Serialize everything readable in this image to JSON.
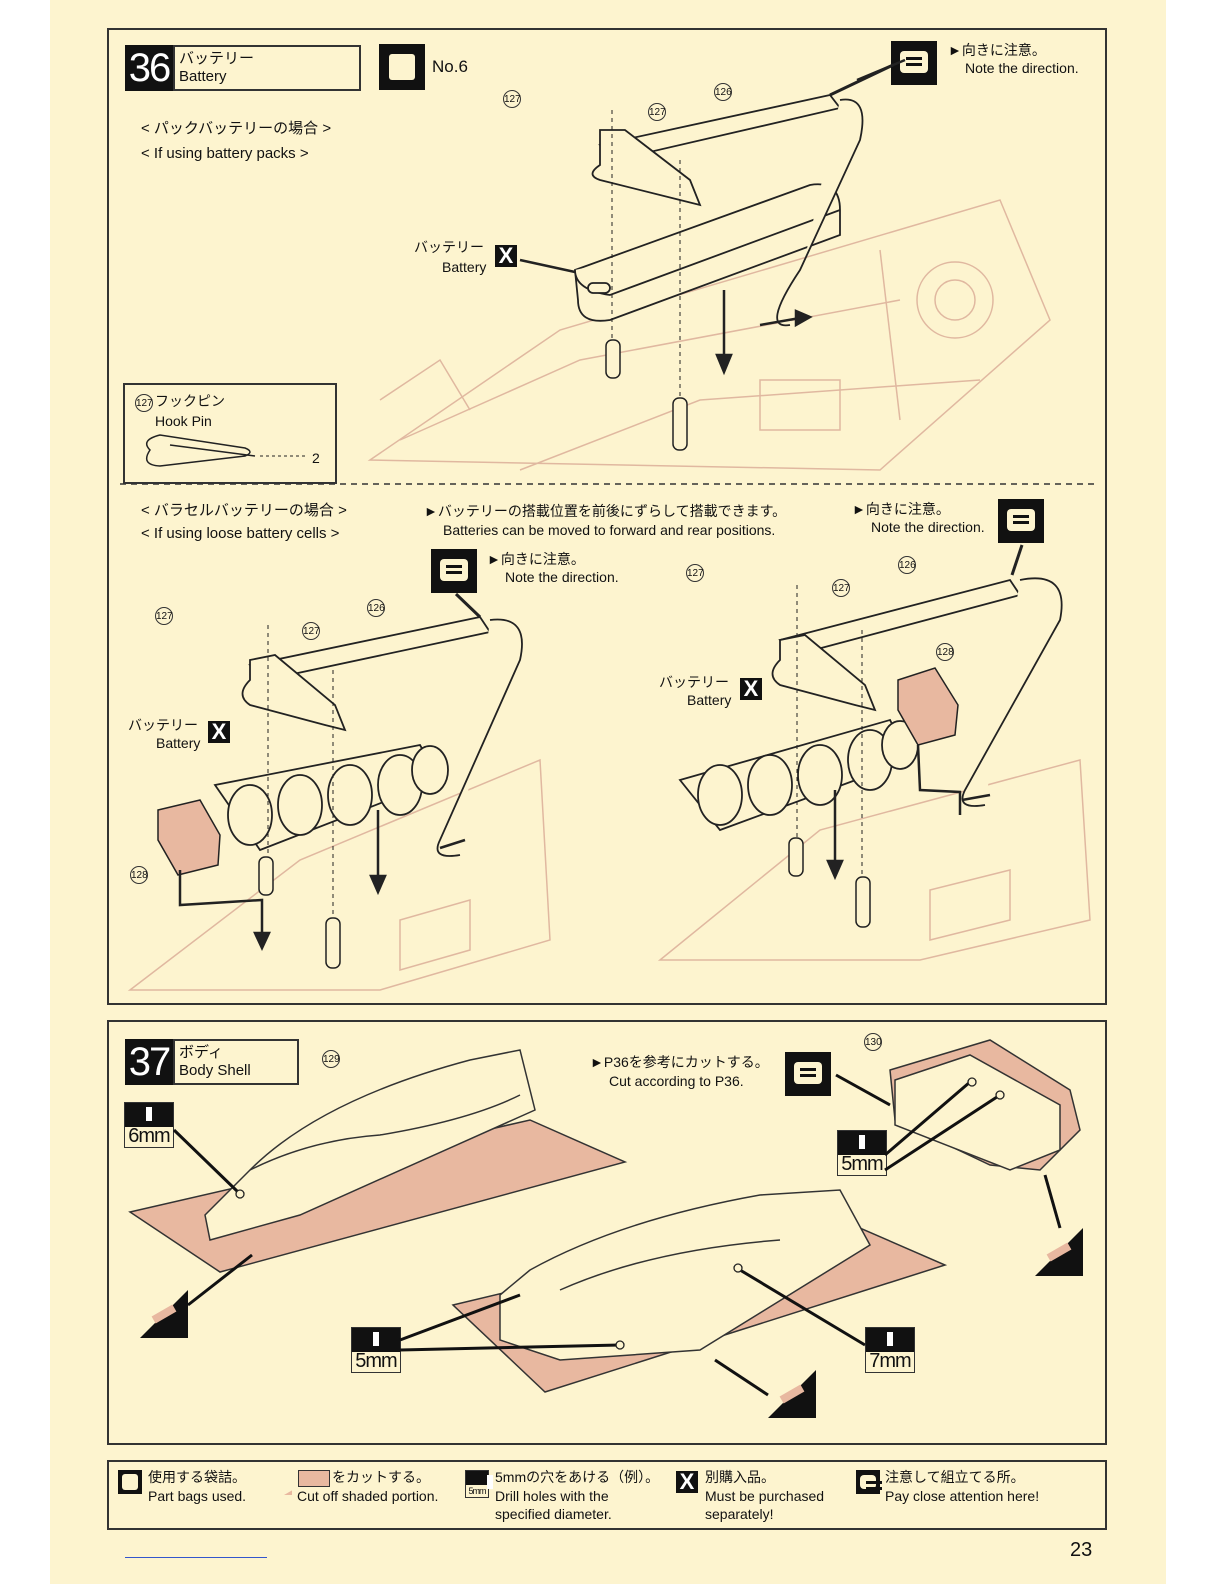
{
  "step36": {
    "number": "36",
    "title_ja": "バッテリー",
    "title_en": "Battery",
    "bag_label": "No.6",
    "note_dir_ja": "►向きに注意。",
    "note_dir_en": "Note the direction.",
    "pack_heading_ja": "< パックバッテリーの場合 >",
    "pack_heading_en": "< If using battery packs >",
    "battery_ja": "バッテリー",
    "battery_en": "Battery",
    "part127": "127",
    "part126": "126",
    "part128": "128",
    "hookpin_ja": "フックピン",
    "hookpin_en": "Hook Pin",
    "hookpin_qty": "2",
    "loose_heading_ja": "< バラセルバッテリーの場合 >",
    "loose_heading_en": "< If using loose battery cells >",
    "move_note_ja": "►バッテリーの搭載位置を前後にずらして搭載できます。",
    "move_note_en": "Batteries can be moved to forward and rear positions."
  },
  "step37": {
    "number": "37",
    "title_ja": "ボディ",
    "title_en": "Body Shell",
    "part129": "129",
    "part130": "130",
    "cut_note_ja": "►P36を参考にカットする。",
    "cut_note_en": "Cut according to P36.",
    "drill_6mm": "6mm",
    "drill_5mm": "5mm",
    "drill_7mm": "7mm"
  },
  "legend": {
    "bags_ja": "使用する袋詰。",
    "bags_en": "Part bags used.",
    "cut_ja": "をカットする。",
    "cut_en": "Cut off shaded portion.",
    "drill_ja": "5mmの穴をあける（例）。",
    "drill_en1": "Drill holes with the",
    "drill_en2": "specified diameter.",
    "drill_icon": "5mm",
    "buy_ja": "別購入品。",
    "buy_en1": "Must be purchased",
    "buy_en2": "separately!",
    "attn_ja": "注意して組立てる所。",
    "attn_en": "Pay close attention here!"
  },
  "page_number": "23",
  "colors": {
    "background": "#fdf4cf",
    "shaded": "#e8b8a0",
    "linework": "#333333",
    "faint": "#e0b8a0"
  }
}
